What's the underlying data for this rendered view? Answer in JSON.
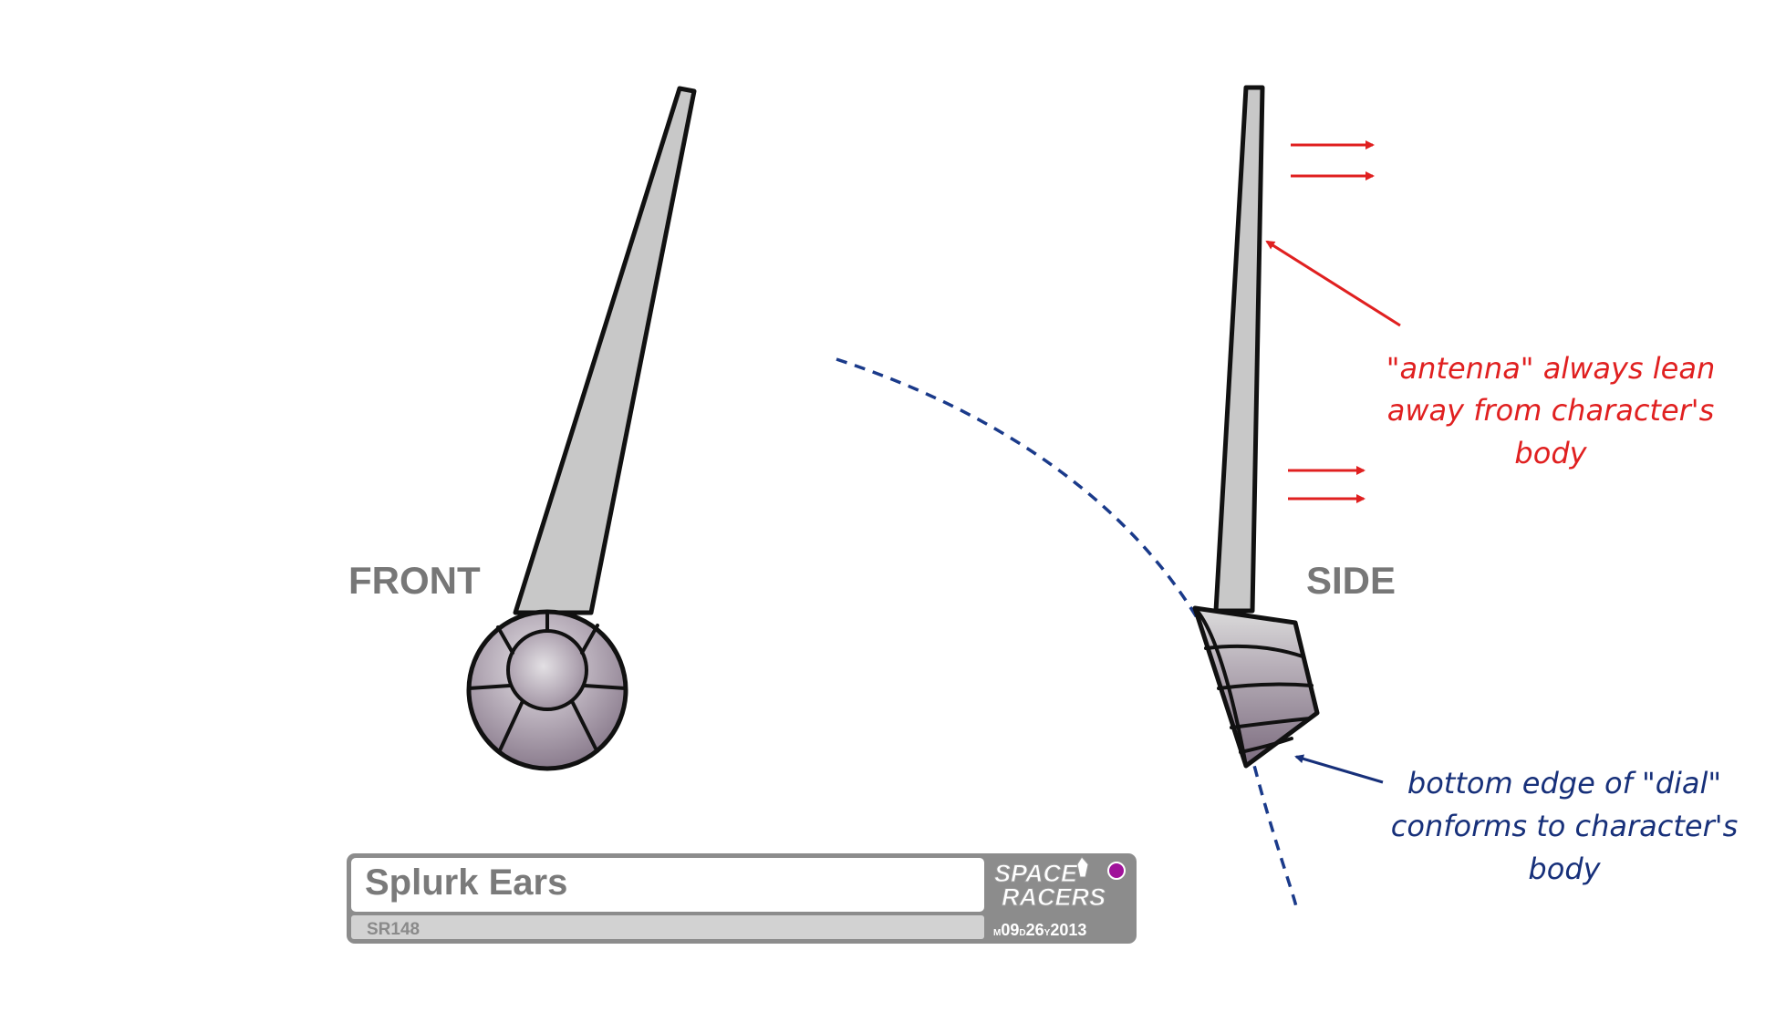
{
  "views": {
    "front_label": "FRONT",
    "side_label": "SIDE"
  },
  "annotations": {
    "antenna_note": [
      "\"antenna\" always lean",
      "away from character's",
      "body"
    ],
    "dial_note": [
      "bottom edge of \"dial\"",
      "conforms to character's",
      "body"
    ]
  },
  "title_block": {
    "title": "Splurk Ears",
    "code": "SR148",
    "logo_line1": "SPACE",
    "logo_line2": "RACERS",
    "date": {
      "month_prefix": "M",
      "month": "09",
      "day_prefix": "D",
      "day": "26",
      "year_prefix": "Y",
      "year": "2013"
    }
  },
  "colors": {
    "antenna_fill": "#c8c8c8",
    "dial_fill": "#8e7f90",
    "outline": "#111111",
    "note_red": "#e02020",
    "note_blue": "#17307a",
    "curve_blue": "#1a3a8a",
    "title_block_gray": "#8c8c8c",
    "status_dot": "#a0129a"
  }
}
